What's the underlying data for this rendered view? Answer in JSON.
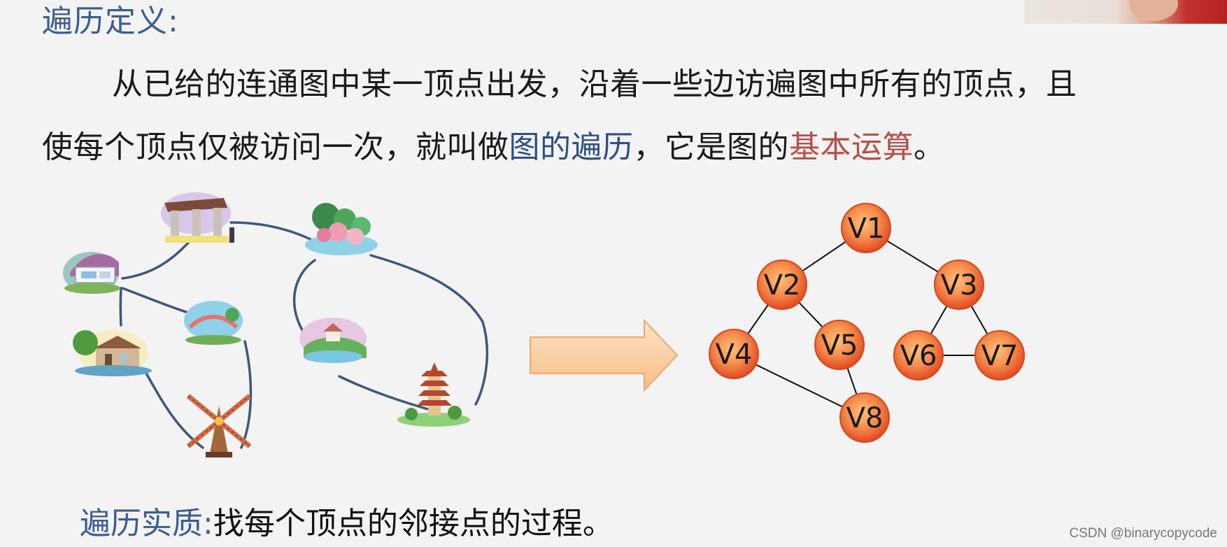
{
  "heading": "遍历定义:",
  "paragraph": {
    "line1": "从已给的连通图中某一顶点出发，沿着一些边访遍图中所有的顶点，且",
    "line2_a": "使每个顶点仅被访问一次，就叫做",
    "line2_term": "图的遍历",
    "line2_b": "，它是图的",
    "line2_term2": "基本运算",
    "line2_c": "。"
  },
  "footer": {
    "label": "遍历实质:",
    "text": "找每个顶点的邻接点的过程。"
  },
  "watermark": "CSDN @binarycopycode",
  "graph": {
    "nodes": [
      "V1",
      "V2",
      "V3",
      "V4",
      "V5",
      "V6",
      "V7",
      "V8"
    ],
    "edges": [
      [
        "V1",
        "V2"
      ],
      [
        "V1",
        "V3"
      ],
      [
        "V2",
        "V4"
      ],
      [
        "V2",
        "V5"
      ],
      [
        "V3",
        "V6"
      ],
      [
        "V3",
        "V7"
      ],
      [
        "V6",
        "V7"
      ],
      [
        "V4",
        "V8"
      ],
      [
        "V5",
        "V8"
      ]
    ]
  },
  "colors": {
    "heading": "#3c5d8f",
    "term_blue": "#2e4f86",
    "term_red": "#b5504a",
    "node_fill": "#f06a3a",
    "arrow_fill": "#fcd2a8",
    "map_path": "#3f5779"
  },
  "icons": [
    "building-icon",
    "gate-icon",
    "forest-icon",
    "bridge-icon",
    "village-icon",
    "lake-icon",
    "pagoda-icon",
    "windmill-icon"
  ]
}
